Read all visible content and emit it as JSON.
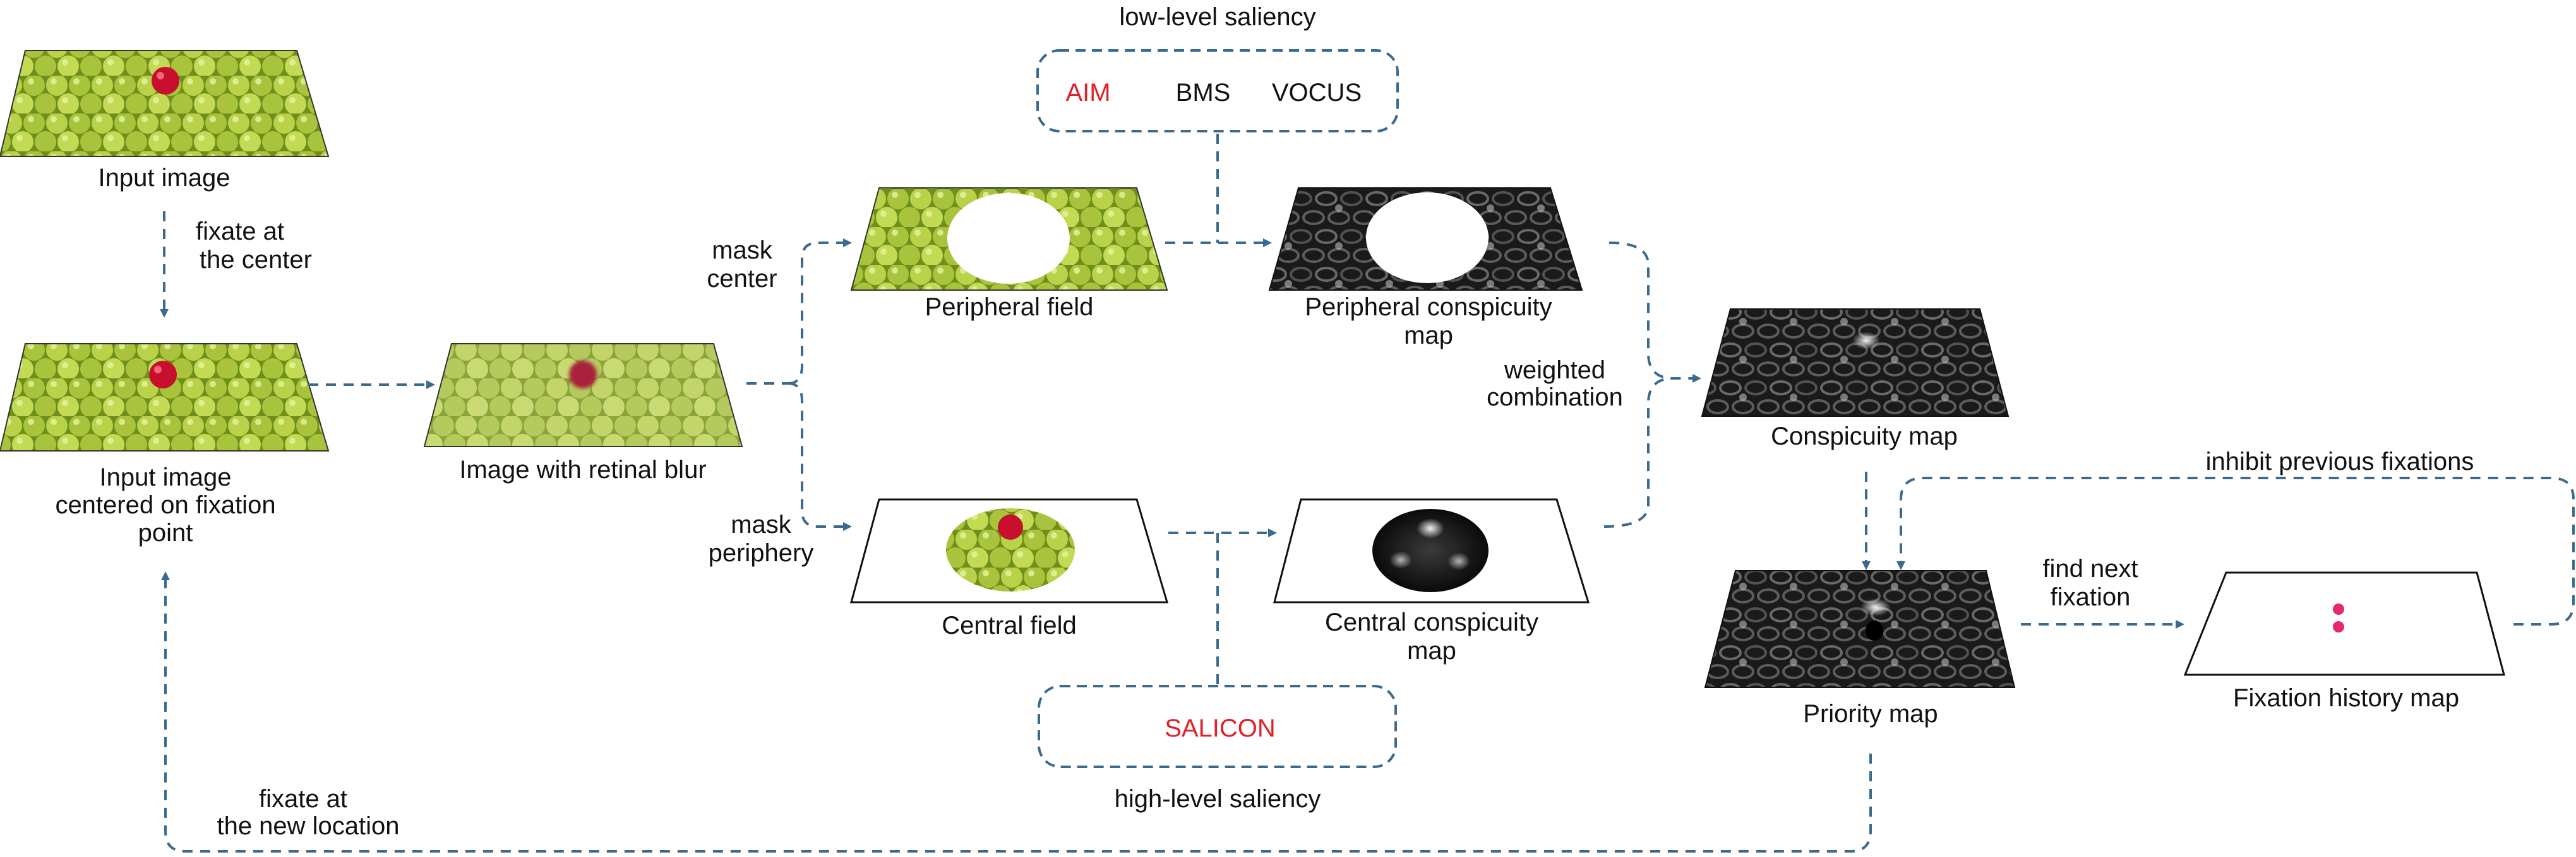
{
  "colors": {
    "arrow": "#3b6a8c",
    "accent_red": "#e0202a",
    "text": "#111111",
    "apple_green": "#b9d24a",
    "apple_green_dark": "#6f8f1c",
    "apple_red": "#c8102e",
    "fixation_dot": "#e5286f"
  },
  "labels": {
    "input_image": "Input image",
    "fixate_center_1": "fixate at",
    "fixate_center_2": "the center",
    "centered_1": "Input image",
    "centered_2": "centered on fixation",
    "centered_3": "point",
    "retinal_blur": "Image with retinal blur",
    "mask_center_1": "mask",
    "mask_center_2": "center",
    "mask_periphery_1": "mask",
    "mask_periphery_2": "periphery",
    "peripheral_field": "Peripheral field",
    "central_field": "Central field",
    "peripheral_consp_1": "Peripheral conspicuity",
    "peripheral_consp_2": "map",
    "central_consp_1": "Central conspicuity",
    "central_consp_2": "map",
    "low_level": "low-level saliency",
    "high_level": "high-level saliency",
    "aim": "AIM",
    "bms": "BMS",
    "vocus": "VOCUS",
    "salicon": "SALICON",
    "weighted_1": "weighted",
    "weighted_2": "combination",
    "conspicuity_map": "Conspicuity map",
    "priority_map": "Priority map",
    "inhibit": "inhibit previous fixations",
    "find_next_1": "find next",
    "find_next_2": "fixation",
    "fixation_history": "Fixation history map",
    "fixate_new_1": "fixate at",
    "fixate_new_2": "the new location"
  },
  "icons": {
    "apple_images": "apple-grid-image",
    "saliency_maps": "saliency-blob-map",
    "fixation_points": "fixation-dot"
  }
}
